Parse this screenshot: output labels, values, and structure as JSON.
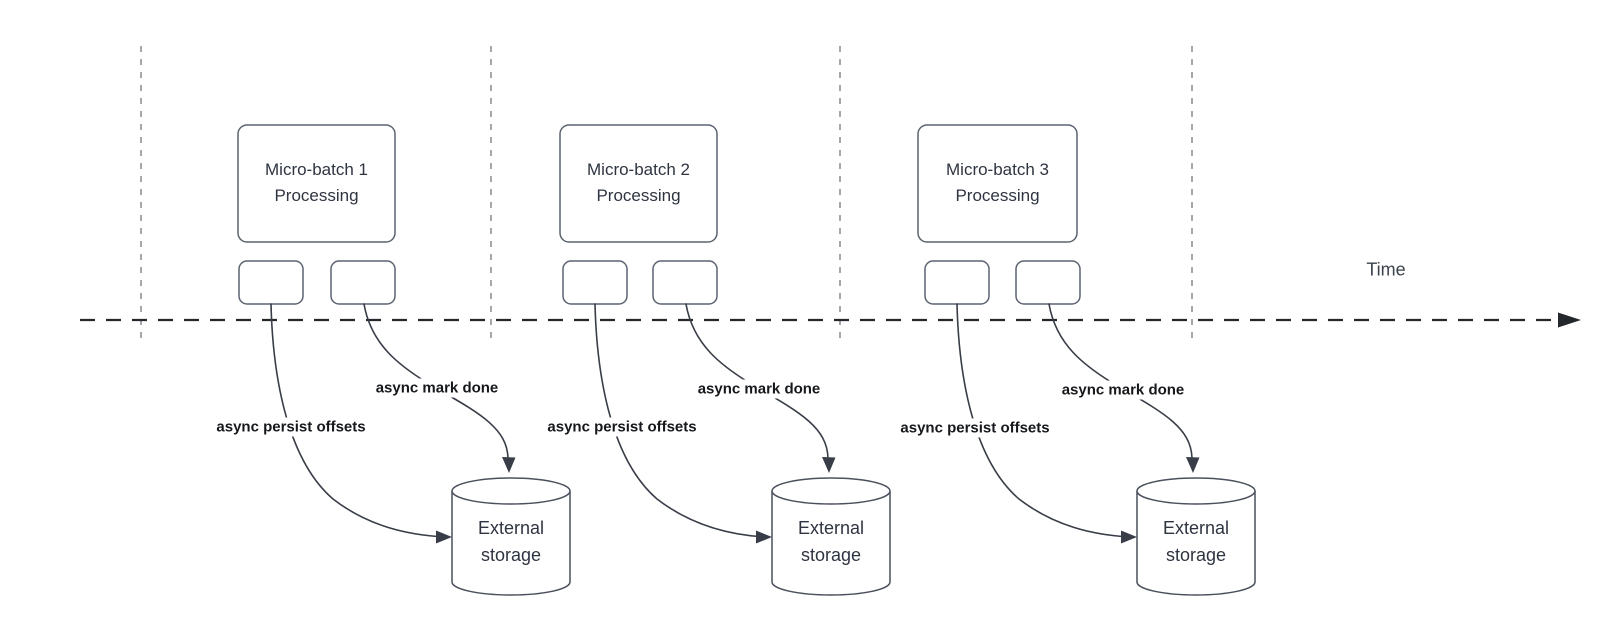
{
  "diagram": {
    "time_label": "Time",
    "sections": [
      {
        "title_line1": "Micro-batch 1",
        "title_line2": "Processing",
        "persist_label": "async persist offsets",
        "markdone_label": "async mark done",
        "storage_line1": "External",
        "storage_line2": "storage"
      },
      {
        "title_line1": "Micro-batch 2",
        "title_line2": "Processing",
        "persist_label": "async persist offsets",
        "markdone_label": "async mark done",
        "storage_line1": "External",
        "storage_line2": "storage"
      },
      {
        "title_line1": "Micro-batch 3",
        "title_line2": "Processing",
        "persist_label": "async persist offsets",
        "markdone_label": "async mark done",
        "storage_line1": "External",
        "storage_line2": "storage"
      }
    ],
    "colors": {
      "timeline": "#24272c",
      "guide_line": "#a5a7ab",
      "shape_stroke": "#5c6370",
      "arrow": "#383d47",
      "label_text": "#16181c",
      "shape_text": "#2e3440"
    }
  }
}
